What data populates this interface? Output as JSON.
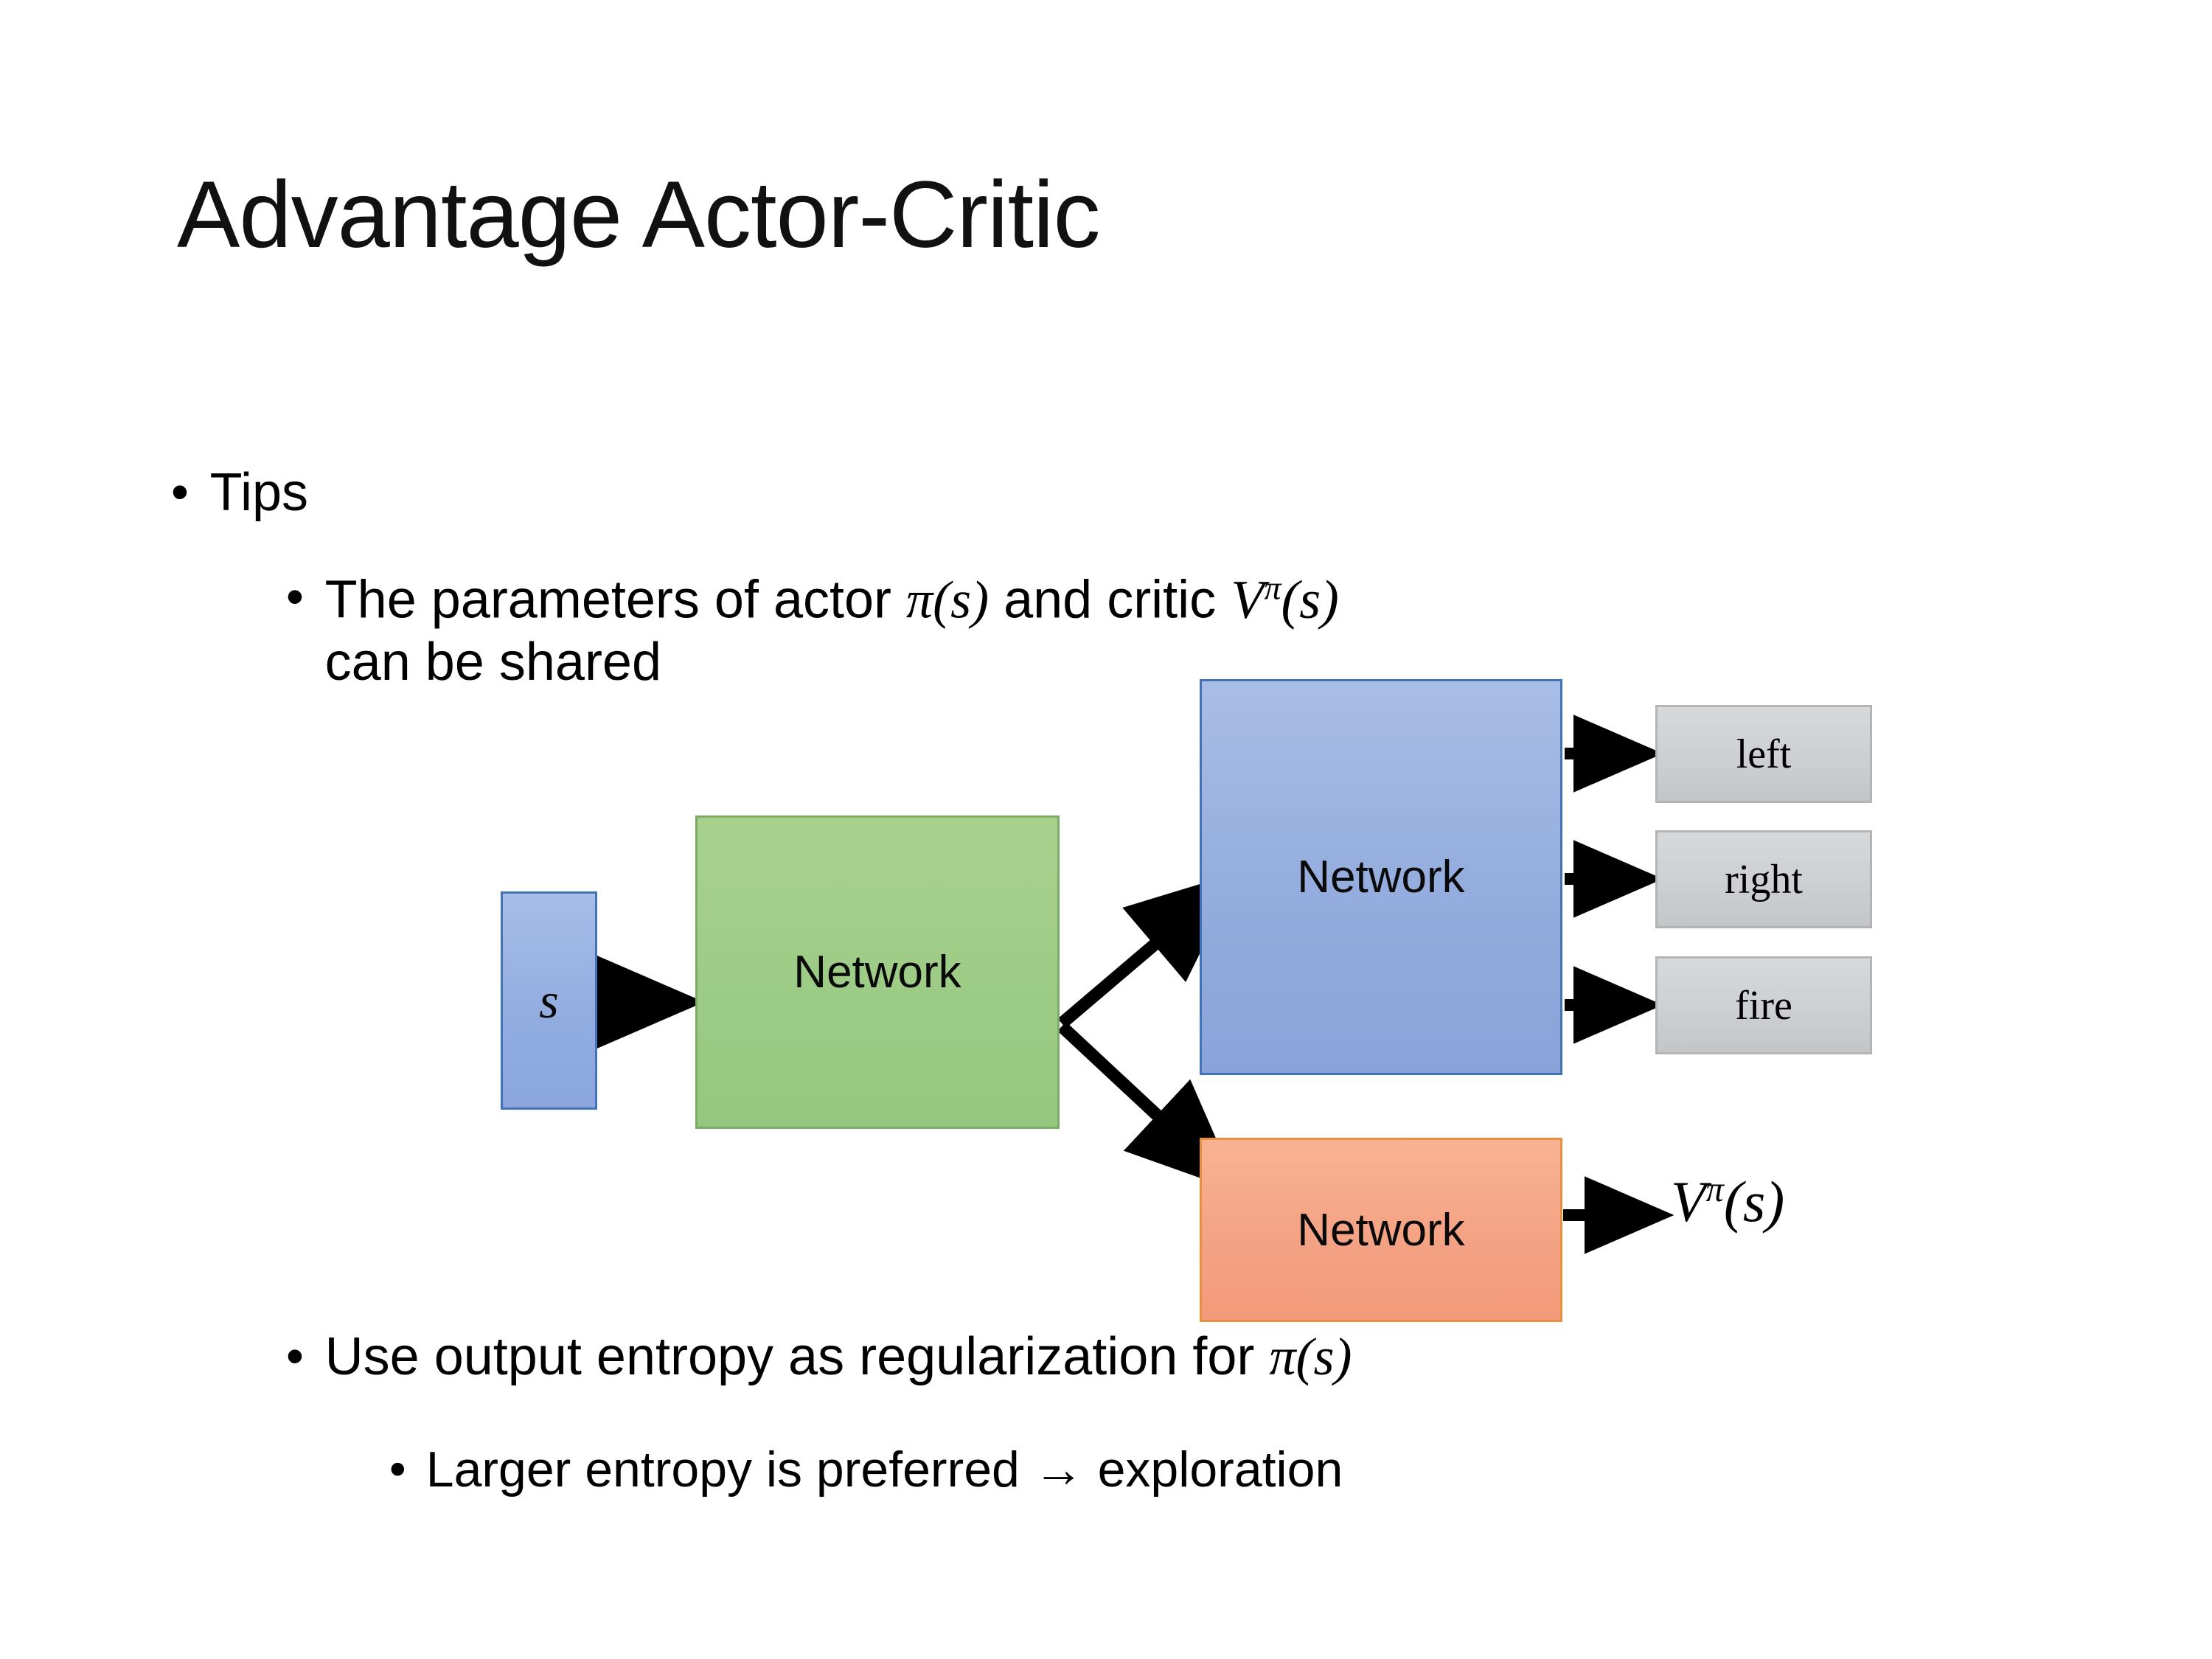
{
  "slide": {
    "title": "Advantage Actor-Critic",
    "background": "#ffffff"
  },
  "bullets": {
    "tips": {
      "marker": "•",
      "text": "Tips"
    },
    "shared_params": {
      "marker": "•",
      "text_before_pi": "The parameters of actor ",
      "pi_of_s": "π(s)",
      "text_middle": "  and critic ",
      "v_pi": "V",
      "v_pi_sup": "π",
      "v_pi_arg": "(s)",
      "line2": "can be shared",
      "full_text": "The parameters of actor π(s)  and critic Vπ(s) can be shared"
    },
    "entropy": {
      "marker": "•",
      "text_before_pi": "Use output entropy as regularization for ",
      "pi_of_s": "π(s)",
      "full_text": "Use output entropy as regularization for π(s)"
    },
    "larger_entropy": {
      "marker": "•",
      "text": "Larger entropy is preferred → exploration"
    }
  },
  "diagram": {
    "input": {
      "label": "s",
      "fill": "#93ade1",
      "border": "#4472b8"
    },
    "shared_network": {
      "label": "Network",
      "fill": "#9ccb85",
      "border": "#7aad63"
    },
    "actor_network": {
      "label": "Network",
      "fill": "#92abdd",
      "border": "#4472b8"
    },
    "critic_network": {
      "label": "Network",
      "fill": "#f4a183",
      "border": "#e8903f"
    },
    "actions": [
      {
        "label": "left",
        "fill": "#cdcfd1",
        "border": "#b2b4b6"
      },
      {
        "label": "right",
        "fill": "#cdcfd1",
        "border": "#b2b4b6"
      },
      {
        "label": "fire",
        "fill": "#cdcfd1",
        "border": "#b2b4b6"
      }
    ],
    "critic_output": {
      "base": "V",
      "superscript": "π",
      "argument": "(s)",
      "full_text": "Vπ(s)"
    },
    "arrows": [
      {
        "name": "s-to-shared",
        "from": "input",
        "to": "shared_network"
      },
      {
        "name": "shared-to-actor",
        "from": "shared_network",
        "to": "actor_network"
      },
      {
        "name": "shared-to-critic",
        "from": "shared_network",
        "to": "critic_network"
      },
      {
        "name": "actor-to-left",
        "from": "actor_network",
        "to": "left"
      },
      {
        "name": "actor-to-right",
        "from": "actor_network",
        "to": "right"
      },
      {
        "name": "actor-to-fire",
        "from": "actor_network",
        "to": "fire"
      },
      {
        "name": "critic-to-value",
        "from": "critic_network",
        "to": "critic_output"
      }
    ]
  }
}
